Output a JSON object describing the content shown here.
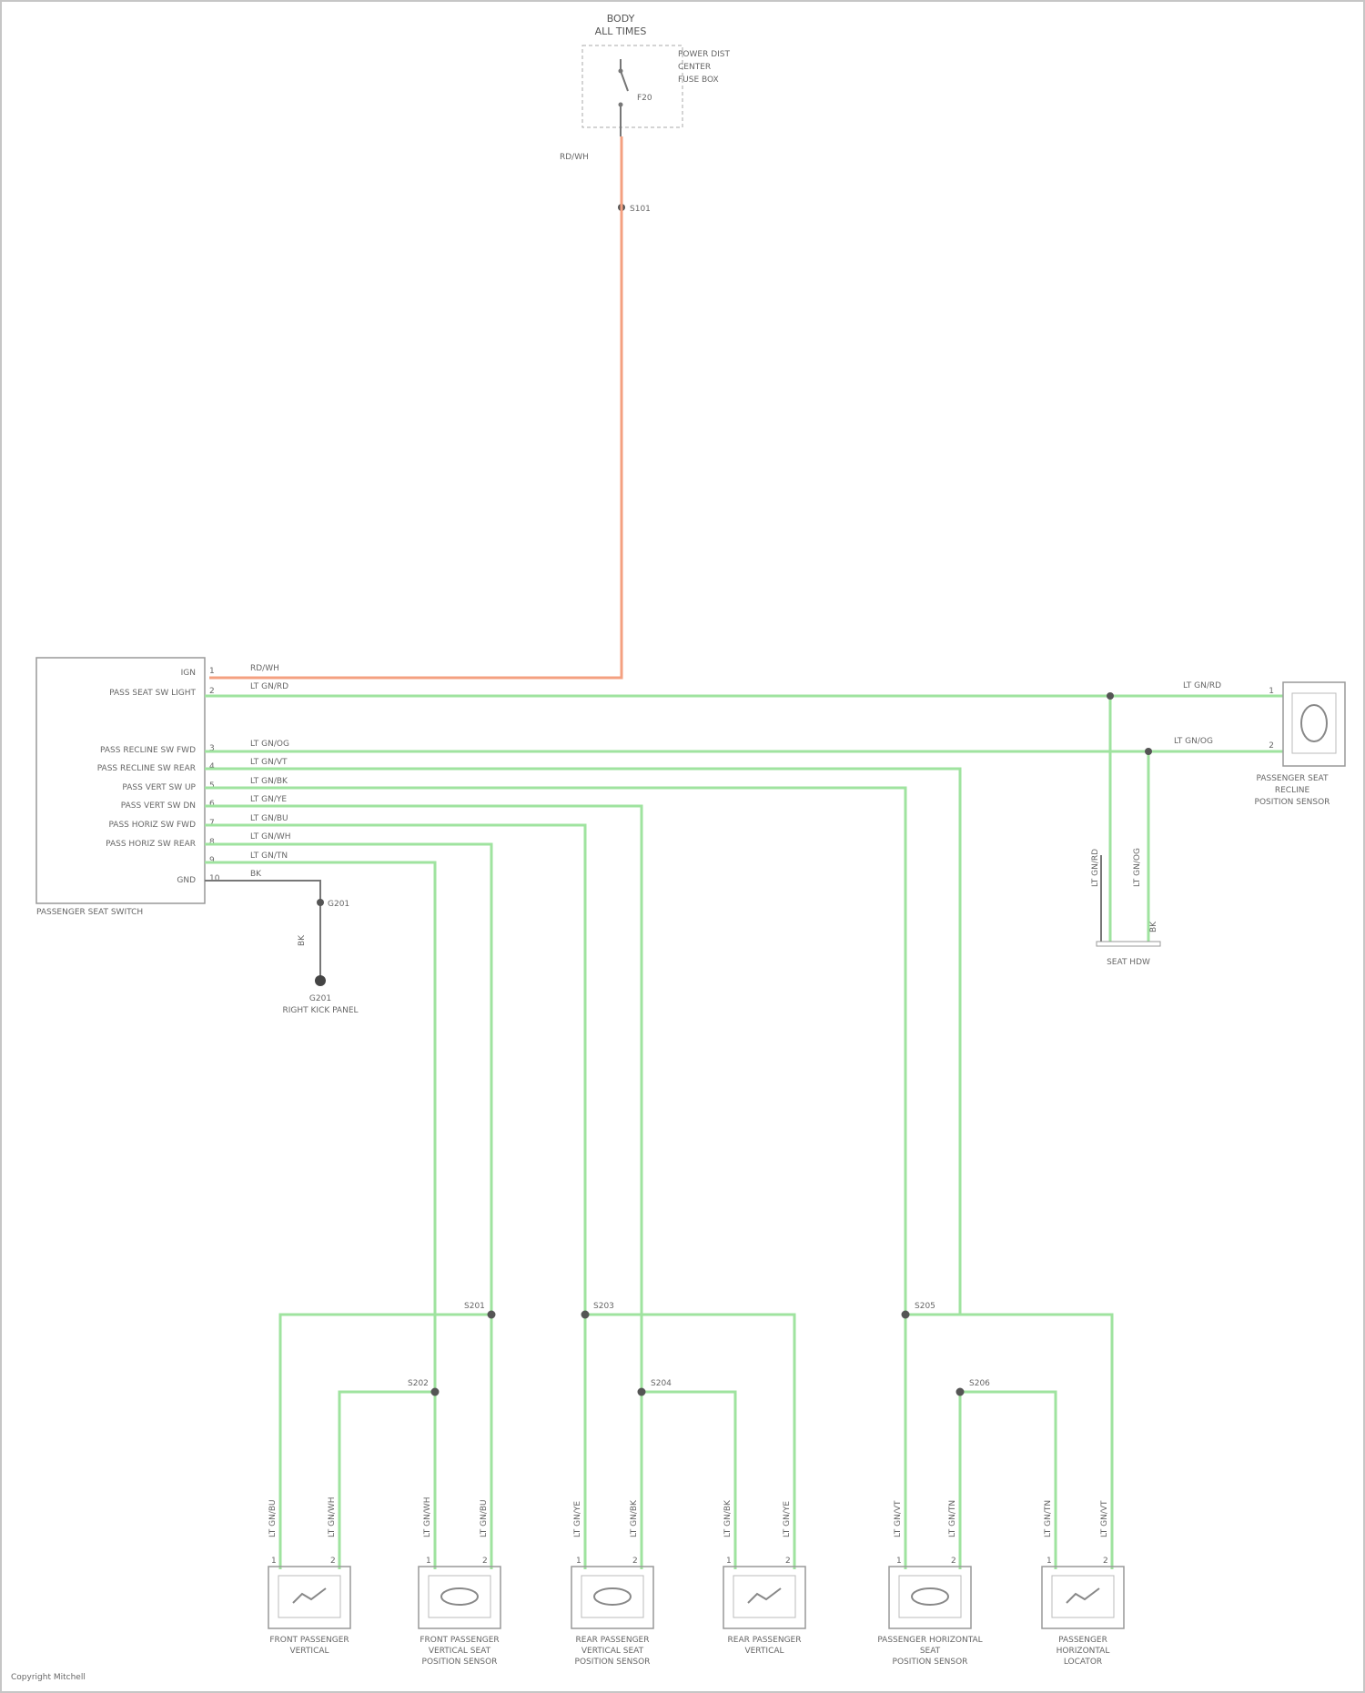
{
  "colors": {
    "power_wire": "#f4a080",
    "signal_wire": "#9fe39f",
    "ground_wire": "#777777",
    "component_border": "#999999",
    "text": "#555555"
  },
  "fuse_block": {
    "title_line1": "BODY",
    "title_line2": "ALL TIMES",
    "side_label_1": "POWER DIST",
    "side_label_2": "CENTER",
    "side_label_3": "FUSE BOX",
    "fuse_label": "F20",
    "wire_label": "RD/WH",
    "splice_label": "S101"
  },
  "switch_module": {
    "name": "PASSENGER SEAT SWITCH",
    "pins": [
      "IGN",
      "PASS SEAT SW LIGHT",
      "PASS RECLINE SW FWD",
      "PASS RECLINE SW REAR",
      "PASS VERT SW UP",
      "PASS VERT SW DN",
      "PASS HORIZ SW FWD",
      "PASS HORIZ SW REAR",
      "GND"
    ],
    "pin_numbers": [
      "1",
      "2",
      "3",
      "4",
      "5",
      "6",
      "7",
      "8",
      "9",
      "10"
    ],
    "wire_labels": [
      "RD/WH",
      "LT GN/RD",
      "LT GN/OG",
      "LT GN/VT",
      "LT GN/BK",
      "LT GN/YE",
      "LT GN/BU",
      "LT GN/WH",
      "LT GN/TN",
      "BK"
    ]
  },
  "ground": {
    "splice_label": "G201",
    "wire_label": "BK",
    "title_line1": "G201",
    "title_line2": "RIGHT KICK PANEL"
  },
  "recline_sensor": {
    "name_line1": "PASSENGER SEAT",
    "name_line2": "RECLINE",
    "name_line3": "POSITION SENSOR",
    "wire_label_top": "LT GN/RD",
    "wire_label_bottom": "LT GN/OG",
    "pin_top": "1",
    "pin_bottom": "2"
  },
  "right_plug": {
    "name": "SEAT HDW",
    "wire_label_1": "LT GN/RD",
    "wire_label_2": "LT GN/OG",
    "wire_label_3": "BK"
  },
  "splices": [
    "S201",
    "S202",
    "S203",
    "S204",
    "S205",
    "S206"
  ],
  "bottom_components": [
    {
      "name_lines": [
        "FRONT PASSENGER",
        "VERTICAL"
      ],
      "wire_labels": [
        "LT GN/BU",
        "LT GN/WH"
      ],
      "pins": [
        "1",
        "2"
      ]
    },
    {
      "name_lines": [
        "FRONT PASSENGER",
        "VERTICAL SEAT",
        "POSITION SENSOR"
      ],
      "wire_labels": [
        "LT GN/WH",
        "LT GN/BU"
      ],
      "pins": [
        "1",
        "2"
      ]
    },
    {
      "name_lines": [
        "REAR PASSENGER",
        "VERTICAL SEAT",
        "POSITION SENSOR"
      ],
      "wire_labels": [
        "LT GN/YE",
        "LT GN/BK"
      ],
      "pins": [
        "1",
        "2"
      ]
    },
    {
      "name_lines": [
        "REAR PASSENGER",
        "VERTICAL"
      ],
      "wire_labels": [
        "LT GN/BK",
        "LT GN/YE"
      ],
      "pins": [
        "1",
        "2"
      ]
    },
    {
      "name_lines": [
        "PASSENGER HORIZONTAL",
        "SEAT",
        "POSITION SENSOR"
      ],
      "wire_labels": [
        "LT GN/VT",
        "LT GN/TN"
      ],
      "pins": [
        "1",
        "2"
      ]
    },
    {
      "name_lines": [
        "PASSENGER",
        "HORIZONTAL",
        "LOCATOR"
      ],
      "wire_labels": [
        "LT GN/TN",
        "LT GN/VT"
      ],
      "pins": [
        "1",
        "2"
      ]
    }
  ],
  "copyright": "Copyright Mitchell"
}
